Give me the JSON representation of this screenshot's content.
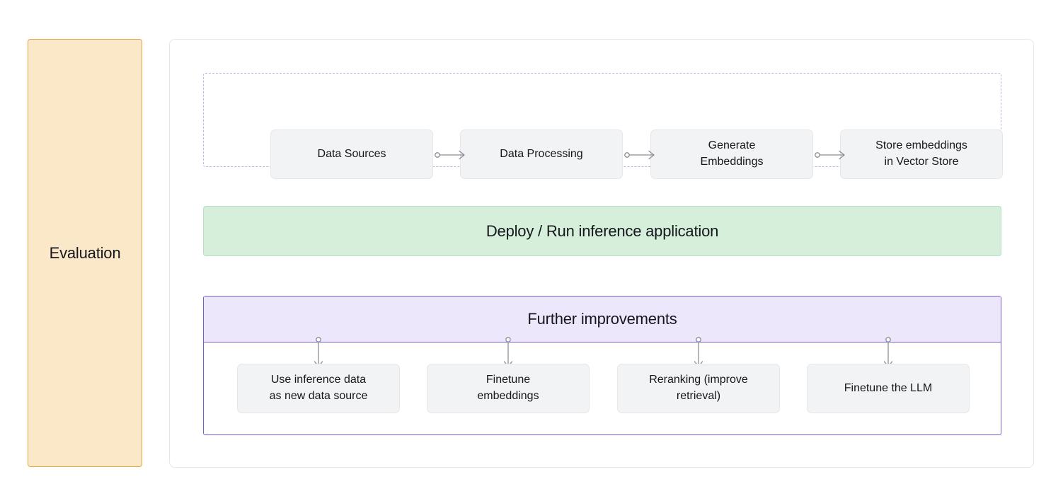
{
  "evaluation_panel": {
    "label": "Evaluation",
    "fill_color": "#fbe8c8",
    "border_color": "#e0a93f"
  },
  "ingestion_group": {
    "border_style": "dashed",
    "border_color": "#b9b6e4",
    "nodes": [
      {
        "label": "Data Sources"
      },
      {
        "label": "Data Processing"
      },
      {
        "label_line1": "Generate",
        "label_line2": "Embeddings"
      },
      {
        "label_line1": "Store embeddings",
        "label_line2": "in Vector Store"
      }
    ],
    "connectors": [
      {
        "from": "Data Sources",
        "to": "Data Processing",
        "style": "circle-to-arrow"
      },
      {
        "from": "Data Processing",
        "to": "Generate Embeddings",
        "style": "circle-to-arrow"
      },
      {
        "from": "Generate Embeddings",
        "to": "Store embeddings in Vector Store",
        "style": "circle-to-arrow"
      }
    ],
    "connector_color": "#8d8d94"
  },
  "deploy_band": {
    "title": "Deploy / Run inference application",
    "fill_color": "#d6efdb",
    "border_color": "#b8dfc1"
  },
  "improvements_group": {
    "title": "Further improvements",
    "header_fill_color": "#ece7fb",
    "border_color": "#7b5bd0",
    "nodes": [
      {
        "label_line1": "Use inference data",
        "label_line2": "as new data source"
      },
      {
        "label_line1": "Finetune",
        "label_line2": "embeddings"
      },
      {
        "label_line1": "Reranking (improve",
        "label_line2": "retrieval)"
      },
      {
        "label_line1": "Finetune the LLM",
        "label_line2": ""
      }
    ],
    "connector_color": "#8d8d94"
  },
  "node_style": {
    "fill_color": "#f2f3f5",
    "border_color": "#e6e7ea"
  },
  "canvas": {
    "background_color": "#ffffff",
    "card_border_color": "#e7e7ea"
  }
}
